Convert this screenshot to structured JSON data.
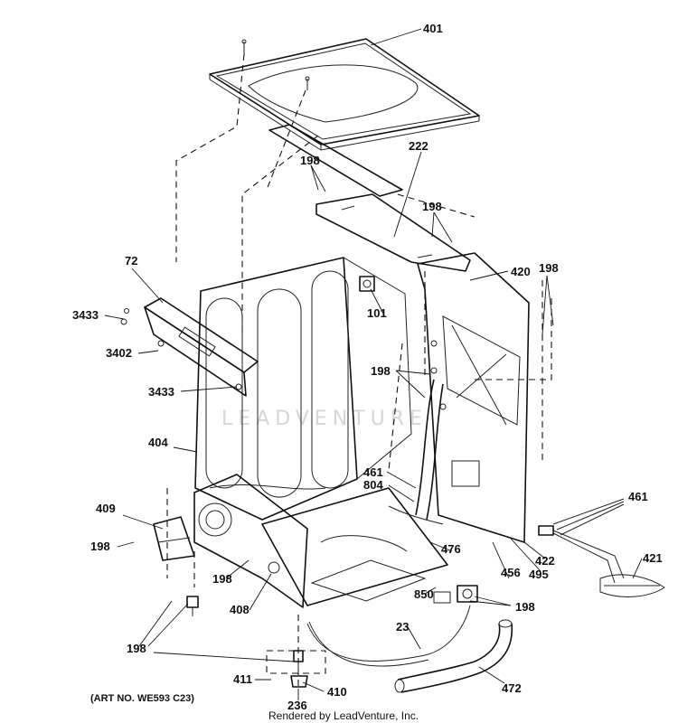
{
  "diagram": {
    "callouts": {
      "c401": "401",
      "c222": "222",
      "c198_top": "198",
      "c198_topright": "198",
      "c198_right": "198",
      "c420": "420",
      "c72": "72",
      "c3433_a": "3433",
      "c3402": "3402",
      "c3433_b": "3433",
      "c101": "101",
      "c198_mid": "198",
      "c404": "404",
      "c461_a": "461",
      "c804": "804",
      "c461_b": "461",
      "c409": "409",
      "c198_left": "198",
      "c198_bottomleft": "198",
      "c408": "408",
      "c476": "476",
      "c422": "422",
      "c456": "456",
      "c495": "495",
      "c421": "421",
      "c198_bottom": "198",
      "c850": "850",
      "c198_lower": "198",
      "c23": "23",
      "c472": "472",
      "c411": "411",
      "c410": "410",
      "c236": "236"
    },
    "art_number": "(ART NO. WE593 C23)",
    "watermark": "LEADVENTURE",
    "footer": "Rendered by LeadVenture, Inc."
  }
}
